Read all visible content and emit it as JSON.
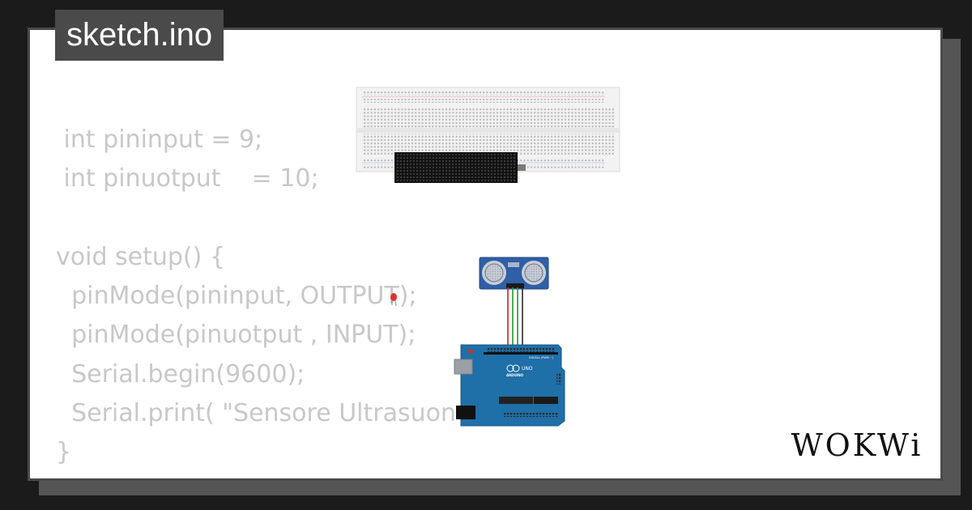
{
  "title": "sketch.ino",
  "code_lines": [
    " int pininput = 9;",
    " int pinuotput    = 10;",
    "",
    "void setup() {",
    "  pinMode(pininput, OUTPUT);",
    "  pinMode(pinuotput , INPUT);",
    "  Serial.begin(9600);",
    "  Serial.print( \"Sensore Ultrasuon",
    "}"
  ],
  "brand": "WOKWi",
  "components": {
    "breadboard": "breadboard",
    "led_matrix": "led-matrix",
    "ultrasonic_sensor": "HC-SR04",
    "led": "red-led",
    "arduino": {
      "board": "UNO",
      "maker": "ARDUINO",
      "header_label": "DIGITAL (PWM ~)"
    }
  },
  "colors": {
    "background": "#1b1b1b",
    "badge": "#4a4a4a",
    "code_text": "#c8c8c8",
    "arduino_blue": "#1f6fa8",
    "sensor_blue": "#2f5fa6",
    "wire_red": "#d81c1c",
    "wire_green": "#1a9d2a"
  }
}
